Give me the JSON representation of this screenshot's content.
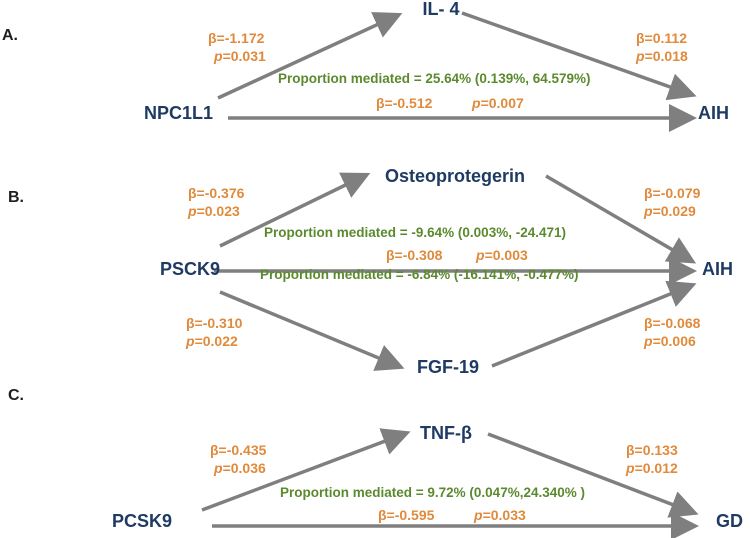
{
  "colors": {
    "node": "#1f3b63",
    "coef": "#e08a3c",
    "mediation": "#5b8a2e",
    "arrow": "#7f7f7f",
    "panel": "#1f1f1f"
  },
  "panels": [
    {
      "label": "A.",
      "exposure": "NPC1L1",
      "mediator": "IL- 4",
      "outcome": "AIH",
      "path_a": {
        "beta": "β=-1.172",
        "p_label": "p",
        "p_value": "=0.031"
      },
      "path_b": {
        "beta": "β=0.112",
        "p_label": "p",
        "p_value": "=0.018"
      },
      "direct": {
        "beta": "β=-0.512",
        "p_label": "p",
        "p_value": "=0.007"
      },
      "mediation": "Proportion mediated = 25.64% (0.139%, 64.579%)"
    },
    {
      "label": "B.",
      "exposure": "PSCK9",
      "mediator_upper": "Osteoprotegerin",
      "mediator_lower": "FGF-19",
      "outcome": "AIH",
      "upper_a": {
        "beta": "β=-0.376",
        "p_label": "p",
        "p_value": "=0.023"
      },
      "upper_b": {
        "beta": "β=-0.079",
        "p_label": "p",
        "p_value": "=0.029"
      },
      "direct": {
        "beta": "β=-0.308",
        "p_label": "p",
        "p_value": "=0.003"
      },
      "mediation_upper": "Proportion mediated = -9.64% (0.003%,  -24.471)",
      "mediation_lower": "Proportion mediated = -6.84% (-16.141%, -0.477%)",
      "lower_a": {
        "beta": "β=-0.310",
        "p_label": "p",
        "p_value": "=0.022"
      },
      "lower_b": {
        "beta": "β=-0.068",
        "p_label": "p",
        "p_value": "=0.006"
      }
    },
    {
      "label": "C.",
      "exposure": "PCSK9",
      "mediator": "TNF-β",
      "outcome": "GD",
      "path_a": {
        "beta": "β=-0.435",
        "p_label": "p",
        "p_value": "=0.036"
      },
      "path_b": {
        "beta": "β=0.133",
        "p_label": "p",
        "p_value": "=0.012"
      },
      "direct": {
        "beta": "β=-0.595",
        "p_label": "p",
        "p_value": "=0.033"
      },
      "mediation": "Proportion mediated = 9.72% (0.047%,24.340% )"
    }
  ]
}
